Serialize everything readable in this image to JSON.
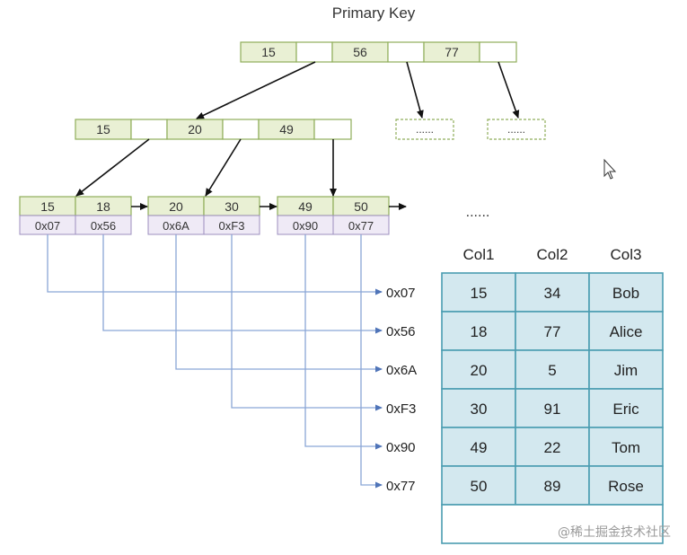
{
  "title": "Primary Key",
  "root_node": {
    "keys": [
      "15",
      "56",
      "77"
    ]
  },
  "internal_node": {
    "keys": [
      "15",
      "20",
      "49"
    ]
  },
  "placeholder_nodes": [
    "......",
    "......"
  ],
  "leaf_nodes": [
    {
      "keys": [
        "15",
        "18"
      ],
      "addrs": [
        "0x07",
        "0x56"
      ]
    },
    {
      "keys": [
        "20",
        "30"
      ],
      "addrs": [
        "0x6A",
        "0xF3"
      ]
    },
    {
      "keys": [
        "49",
        "50"
      ],
      "addrs": [
        "0x90",
        "0x77"
      ]
    }
  ],
  "leaf_ellipsis": "......",
  "row_addresses": [
    "0x07",
    "0x56",
    "0x6A",
    "0xF3",
    "0x90",
    "0x77"
  ],
  "table": {
    "headers": [
      "Col1",
      "Col2",
      "Col3"
    ],
    "rows": [
      [
        "15",
        "34",
        "Bob"
      ],
      [
        "18",
        "77",
        "Alice"
      ],
      [
        "20",
        "5",
        "Jim"
      ],
      [
        "30",
        "91",
        "Eric"
      ],
      [
        "49",
        "22",
        "Tom"
      ],
      [
        "50",
        "89",
        "Rose"
      ]
    ]
  },
  "watermark": "@稀土掘金技术社区",
  "colors": {
    "key_fill": "#e9f0d4",
    "key_border": "#8fae5a",
    "addr_fill": "#efeaf6",
    "table_fill": "#d3e8ef",
    "table_border": "#4b9db1",
    "link_line": "#8aa6d6"
  }
}
